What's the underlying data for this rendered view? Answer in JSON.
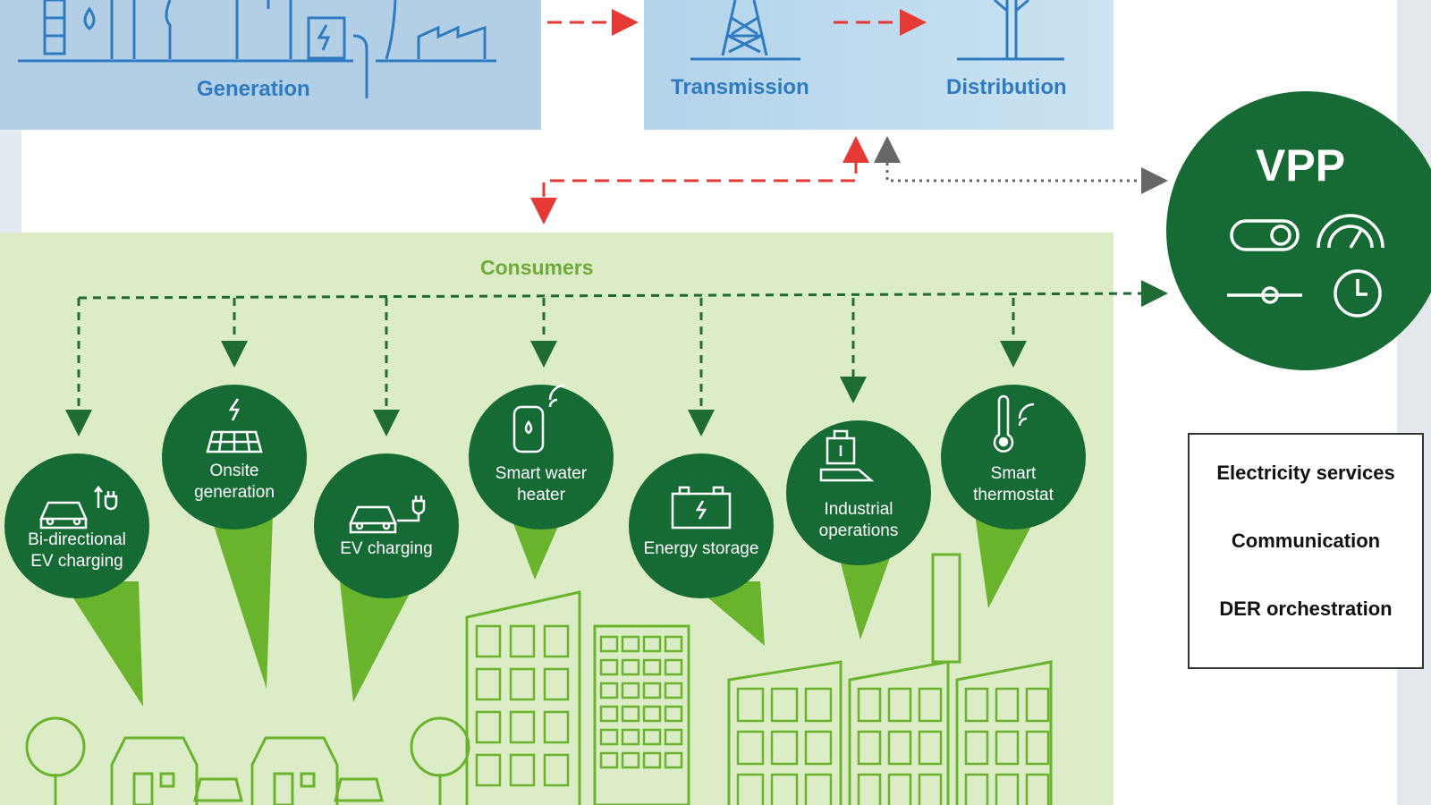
{
  "supply": {
    "generation_label": "Generation",
    "transmission_label": "Transmission",
    "distribution_label": "Distribution"
  },
  "consumers": {
    "title": "Consumers",
    "items": [
      {
        "line1": "Bi-directional",
        "line2": "EV charging",
        "icon": "ev-bidirectional-icon"
      },
      {
        "line1": "Onsite",
        "line2": "generation",
        "icon": "solar-panel-icon"
      },
      {
        "line1": "EV charging",
        "line2": "",
        "icon": "ev-charging-icon"
      },
      {
        "line1": "Smart water",
        "line2": "heater",
        "icon": "water-heater-icon"
      },
      {
        "line1": "Energy storage",
        "line2": "",
        "icon": "battery-icon"
      },
      {
        "line1": "Industrial",
        "line2": "operations",
        "icon": "industrial-icon"
      },
      {
        "line1": "Smart",
        "line2": "thermostat",
        "icon": "thermostat-icon"
      }
    ]
  },
  "vpp": {
    "title": "VPP",
    "icons": [
      "toggle-icon",
      "gauge-icon",
      "slider-icon",
      "clock-icon"
    ]
  },
  "legend": {
    "items": [
      {
        "label": "Electricity services",
        "color": "#e53935",
        "style": "dashed"
      },
      {
        "label": "Communication",
        "color": "#666666",
        "style": "dotted"
      },
      {
        "label": "DER orchestration",
        "color": "#1e6b34",
        "style": "dashed"
      }
    ]
  },
  "colors": {
    "dark_green": "#166b34",
    "light_green": "#6ab42d",
    "blue": "#2f7bc0",
    "red": "#e53935"
  }
}
